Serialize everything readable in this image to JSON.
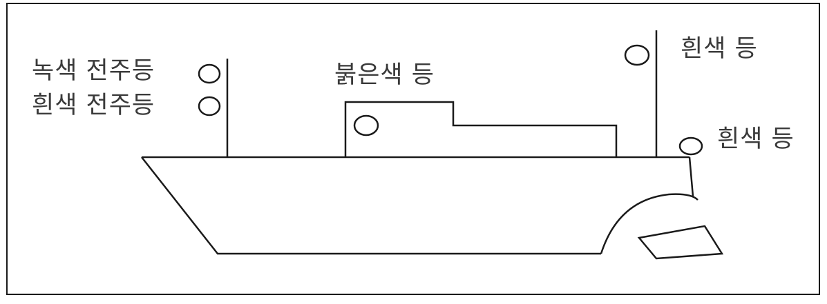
{
  "labels": {
    "green_masthead": "녹색 전주등",
    "white_masthead": "흰색 전주등",
    "red_light": "붉은색 등",
    "white_light_mast": "흰색 등",
    "white_light_stern": "흰색 등"
  },
  "colors": {
    "line": "#1a1a1a",
    "text": "#3a3a3a",
    "background": "#ffffff"
  }
}
